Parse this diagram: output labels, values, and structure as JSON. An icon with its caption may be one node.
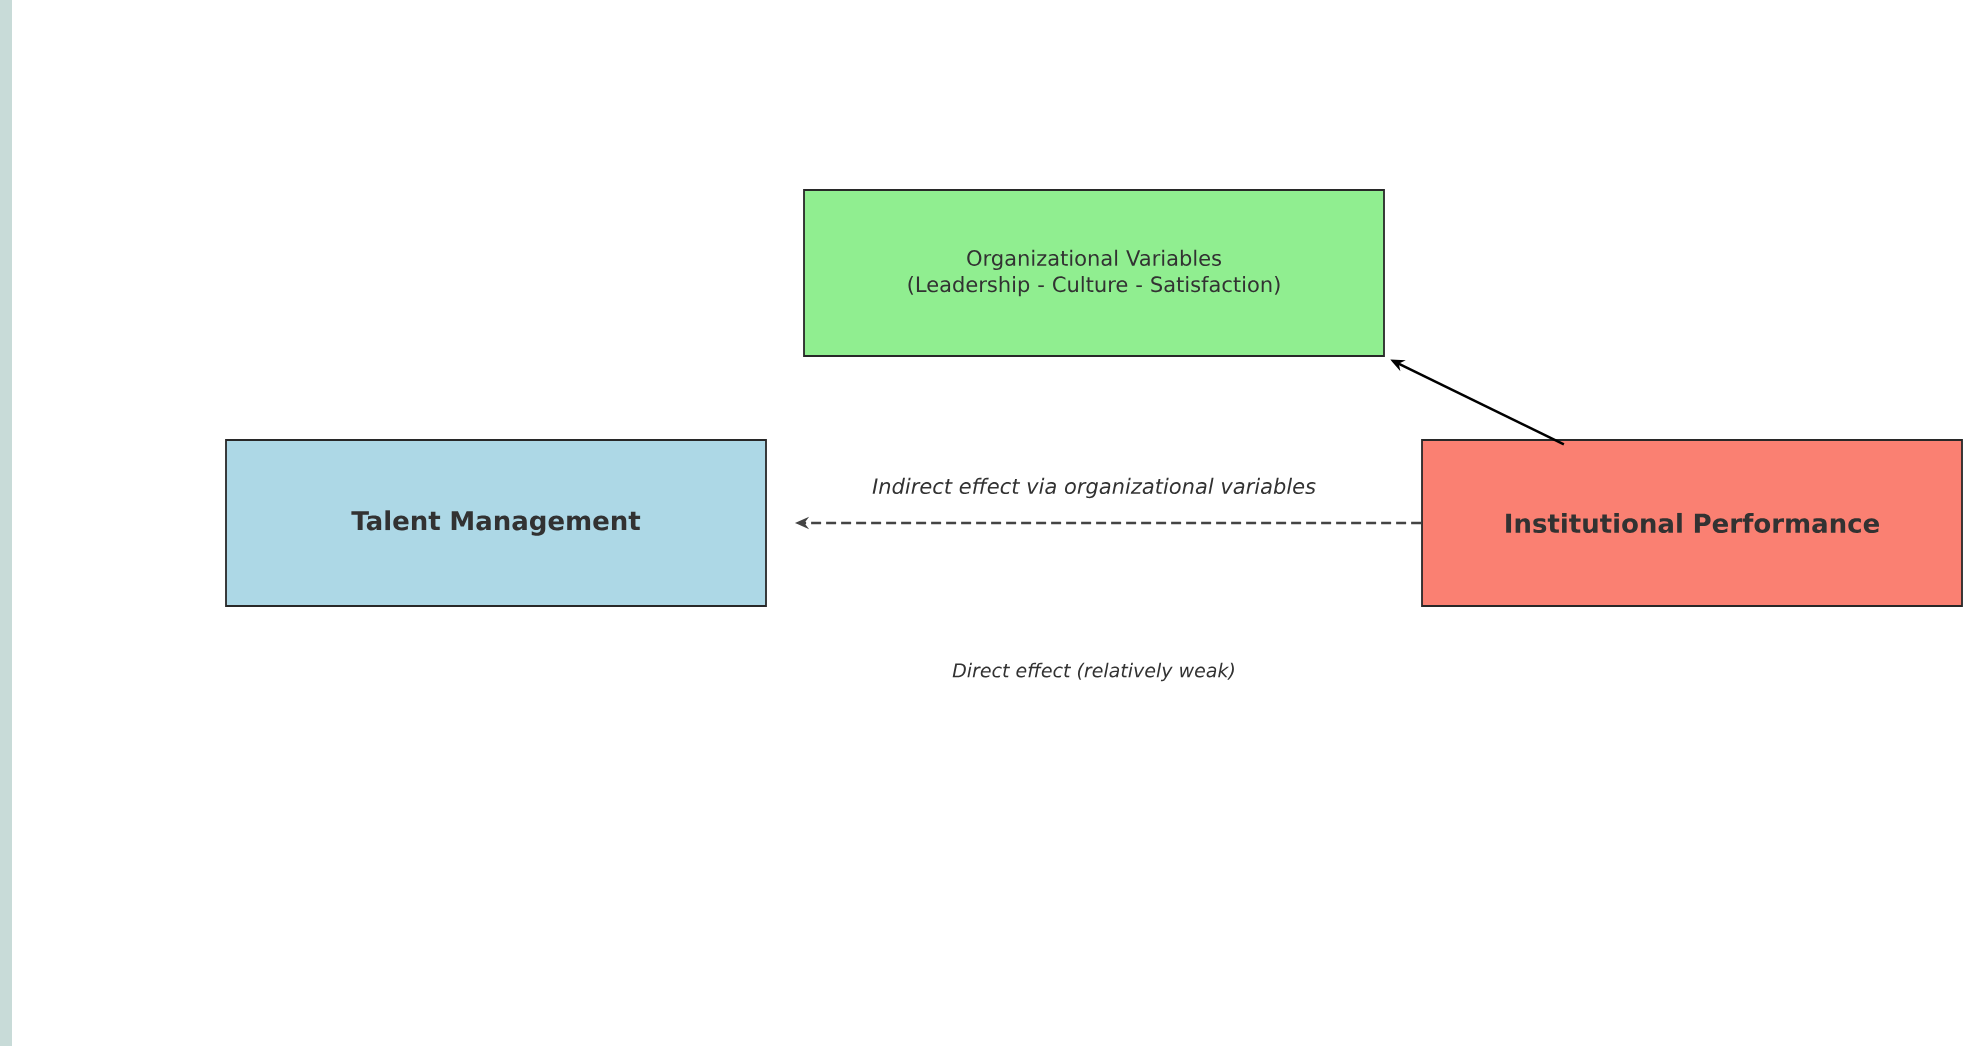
{
  "diagram": {
    "nodes": [
      {
        "text": [
          "Organizational Variables (Leadership - Culture - Satisfaction)"
        ]
      },
      {
        "text": [
          "Talent Management"
        ]
      },
      {
        "text": [
          "Institutional Performance"
        ]
      }
    ],
    "edges": [
      {
        "from": 2,
        "to": 0,
        "arrow": "to"
      },
      {
        "from": 2,
        "to": 1,
        "arrow": "to",
        "style": "dashed",
        "color": "#444444",
        "label": "Indirect effect via organizational variables"
      }
    ],
    "labels": [
      "Direct effect (relatively weak)"
    ]
  }
}
